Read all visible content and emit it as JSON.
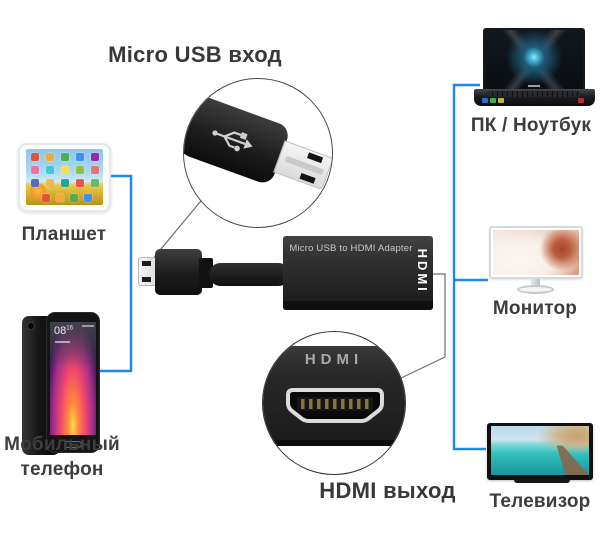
{
  "titles": {
    "input": "Micro USB вход",
    "output": "HDMI выход"
  },
  "adapter": {
    "body_label": "Micro USB to HDMI Adapter",
    "side_label": "HDMI",
    "port_logo": "HDMI"
  },
  "devices": {
    "tablet": {
      "label": "Планшет"
    },
    "phone": {
      "label_line1": "Мобильный",
      "label_line2": "телефон",
      "screen_time": "08",
      "screen_time_min": "16"
    },
    "laptop": {
      "label": "ПК / Ноутбук"
    },
    "monitor": {
      "label": "Монитор"
    },
    "tv": {
      "label": "Телевизор"
    }
  },
  "colors": {
    "connector_blue": "#1e87f0",
    "callout_gray": "#6e6e6e",
    "label_text": "#3d3d3d"
  }
}
